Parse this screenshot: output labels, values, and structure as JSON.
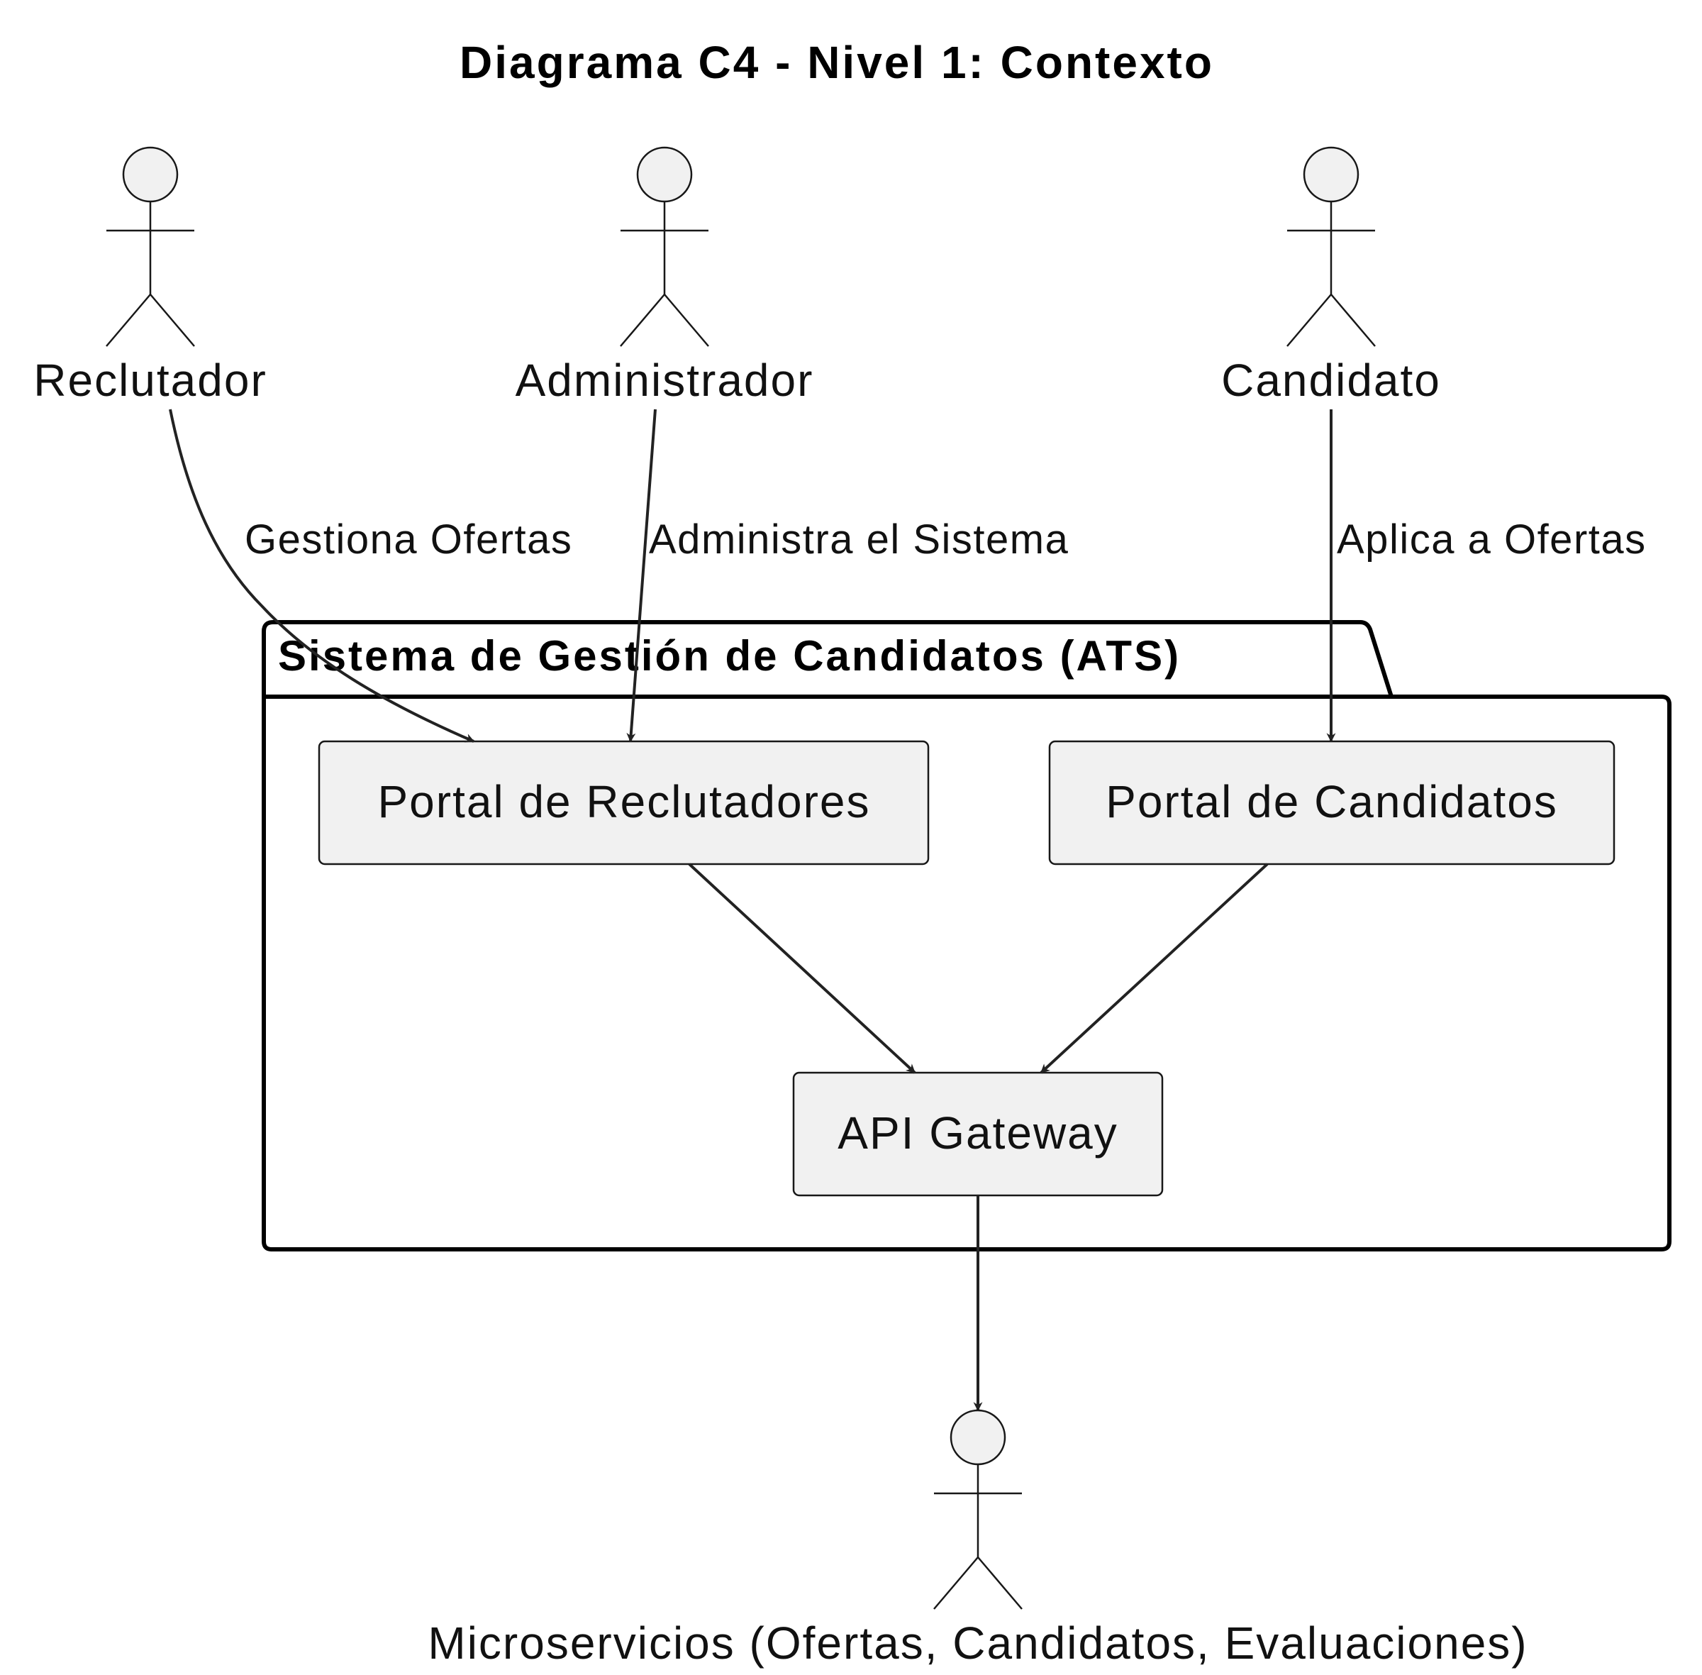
{
  "title": "Diagrama C4 - Nivel 1: Contexto",
  "actors": {
    "reclutador": "Reclutador",
    "administrador": "Administrador",
    "candidato": "Candidato",
    "microservicios": "Microservicios (Ofertas, Candidatos, Evaluaciones)"
  },
  "package": {
    "title": "Sistema de Gestión de Candidatos (ATS)"
  },
  "components": {
    "portal_reclutadores": "Portal de Reclutadores",
    "portal_candidatos": "Portal de Candidatos",
    "api_gateway": "API Gateway"
  },
  "relations": {
    "reclutador_portal": "Gestiona Ofertas",
    "admin_portal": "Administra el Sistema",
    "candidato_portal": "Aplica a Ofertas"
  }
}
